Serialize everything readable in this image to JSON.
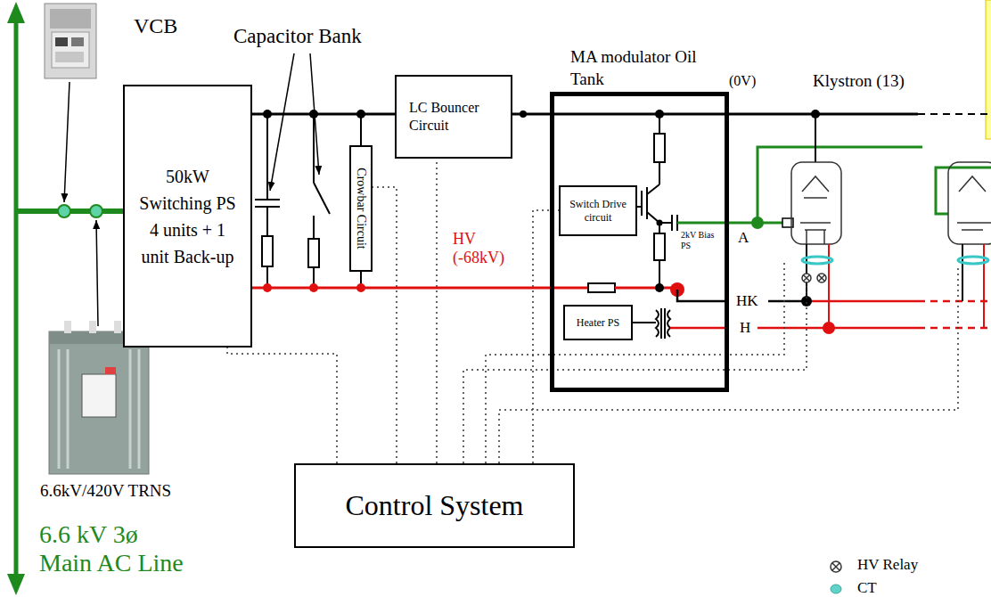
{
  "diagram": {
    "nodes": [
      {
        "text": [
          "50kW Switching PS 4 units + 1 unit Back-up"
        ]
      },
      {
        "text": [
          "Crowbar Circuit"
        ]
      },
      {
        "text": [
          "LC Bouncer Circuit"
        ]
      },
      {
        "text": [
          "MA modulator Oil Tank"
        ]
      },
      {
        "text": [
          "Switch Drive circuit"
        ],
        "in": 3
      },
      {
        "text": [
          "Heater PS"
        ],
        "in": 3
      },
      {
        "text": [
          "Control System"
        ]
      }
    ],
    "edges": [
      {
        "from": 6,
        "to": 0,
        "arrow": "none"
      },
      {
        "from": 6,
        "to": 1,
        "arrow": "none"
      },
      {
        "from": 6,
        "to": 2,
        "arrow": "none"
      },
      {
        "from": 6,
        "to": 4,
        "arrow": "none"
      },
      {
        "from": 0,
        "to": 2,
        "arrow": "none"
      },
      {
        "from": 2,
        "to": 3,
        "arrow": "none"
      },
      {
        "from": 0,
        "to": 3,
        "arrow": "none"
      }
    ],
    "labels": [
      "VCB",
      "Capacitor Bank",
      "(0V)",
      "Klystron (13)",
      "HV (-68kV)",
      "2kV Bias PS",
      "A",
      "HK",
      "H",
      "6.6kV/420V TRNS",
      "6.6 kV 3ø Main AC Line"
    ],
    "legend": [
      {
        "text": "HV Relay"
      },
      {
        "text": "CT"
      }
    ]
  }
}
